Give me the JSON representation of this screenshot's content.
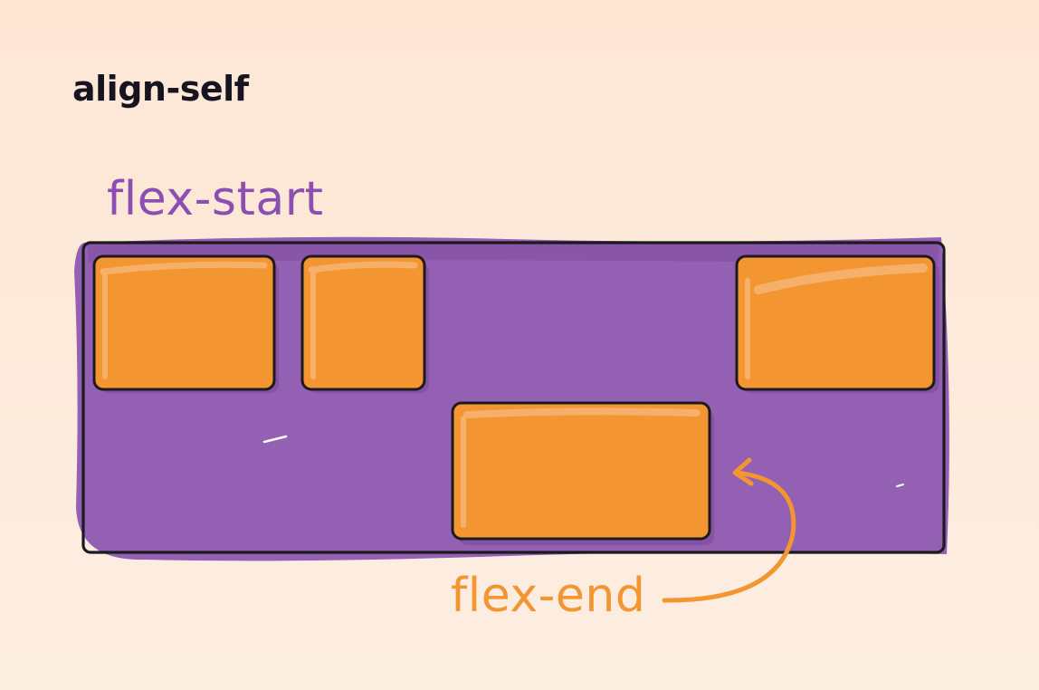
{
  "title": "align-self",
  "labels": {
    "start": "flex-start",
    "end": "flex-end"
  },
  "colors": {
    "background": "#fde9da",
    "container": "#9460b3",
    "container_shadow": "#7e4c9c",
    "item": "#f39531",
    "item_highlight": "#f7b06a",
    "outline": "#1c1a1f",
    "label_start": "#8a4fb0",
    "label_end": "#f39531",
    "title": "#161420"
  }
}
